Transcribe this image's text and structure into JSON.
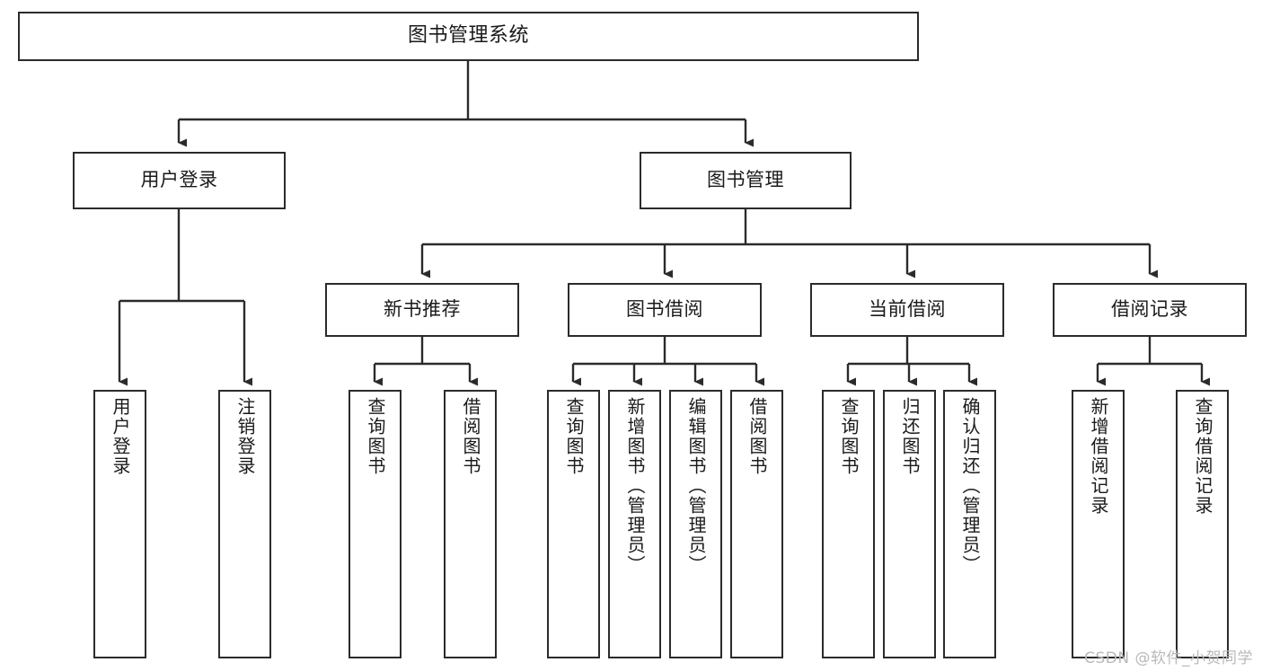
{
  "diagram": {
    "title": "图书管理系统",
    "type": "tree-hierarchy-diagram",
    "colors": {
      "box_border": "#2b2b2b",
      "box_fill": "#ffffff",
      "connector": "#2b2b2b",
      "text": "#1a1a1a",
      "watermark": "#b9b9b9",
      "background": "#ffffff"
    },
    "watermark": "CSDN @软件_小贺同学",
    "levels": {
      "root": {
        "label": "图书管理系统"
      },
      "level2": [
        {
          "label": "用户登录"
        },
        {
          "label": "图书管理"
        }
      ],
      "level3": [
        {
          "label": "新书推荐"
        },
        {
          "label": "图书借阅"
        },
        {
          "label": "当前借阅"
        },
        {
          "label": "借阅记录"
        }
      ],
      "leaves": {
        "user_login": [
          {
            "label": "用户登录"
          },
          {
            "label": "注销登录"
          }
        ],
        "new_book_recommend": [
          {
            "label": "查询图书"
          },
          {
            "label": "借阅图书"
          }
        ],
        "book_borrow": [
          {
            "label": "查询图书"
          },
          {
            "label": "新增图书（管理员）"
          },
          {
            "label": "编辑图书（管理员）"
          },
          {
            "label": "借阅图书"
          }
        ],
        "current_borrow": [
          {
            "label": "查询图书"
          },
          {
            "label": "归还图书"
          },
          {
            "label": "确认归还（管理员）"
          }
        ],
        "borrow_record": [
          {
            "label": "新增借阅记录"
          },
          {
            "label": "查询借阅记录"
          }
        ]
      }
    }
  }
}
